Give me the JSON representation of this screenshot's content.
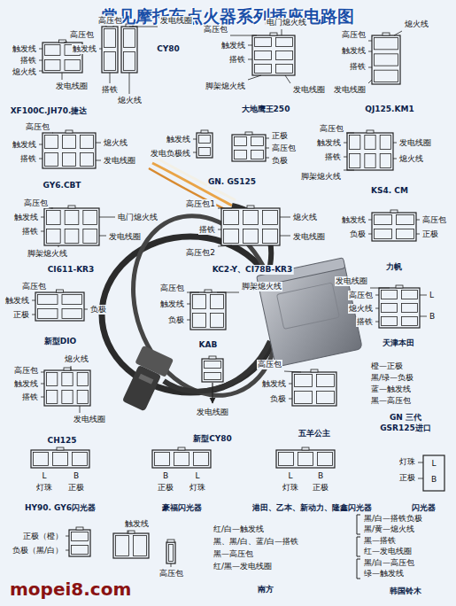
{
  "diagram": {
    "title": "常见摩托车点火器系列插座电路图",
    "labels": [
      "高压包",
      "触发线",
      "搭铁",
      "熄火线",
      "发电线圈",
      "XF100C.JH70.捷达",
      "高压包",
      "发电线圈",
      "触发线",
      "搭铁",
      "熄火线",
      "CY80",
      "电门熄火线",
      "高压包",
      "触发线",
      "搭铁",
      "脚架熄火线",
      "发电线圈",
      "大地鹰王250",
      "熄火线",
      "高压包",
      "触发线",
      "搭铁",
      "发电线圈",
      "QJ125.KM1",
      "高压包",
      "触发线",
      "搭铁",
      "熄火线",
      "发电线圈",
      "GY6.CBT",
      "触发线",
      "发电负极线",
      "正极",
      "高压包",
      "负极",
      "GN. GS125",
      "高压包",
      "触发线",
      "搭铁",
      "发电线圈",
      "熄火线",
      "脚架熄火线",
      "KS4. CM",
      "高压包",
      "触发线",
      "搭铁",
      "脚架熄火线",
      "电门熄火线",
      "发电线圈",
      "CI611-KR3",
      "高压包1",
      "搭铁",
      "高压包2",
      "熄火线",
      "发电线圈",
      "KC2-Y、CI78B-KR3",
      "触发线",
      "负极",
      "高压包",
      "正极",
      "力帆",
      "高压包",
      "触发线",
      "正极",
      "负极",
      "新型DIO",
      "高压包",
      "脚架熄火线",
      "触发线",
      "负极",
      "KAB",
      "发电线圈",
      "高压包",
      "熄火线",
      "搭铁",
      "L",
      "B",
      "天津本田",
      "熄火线",
      "高压包",
      "触发线",
      "搭铁",
      "发电线圈",
      "CH125",
      "发电线圈",
      "新型CY80",
      "高压包",
      "触发线",
      "负极",
      "五羊公主",
      "橙—正极",
      "黑/绿—负极",
      "蓝—触发线",
      "黑—高压包",
      "GN 三代",
      "GSR125进口",
      "L",
      "B",
      "灯珠",
      "正极",
      "HY90. GY6闪光器",
      "B",
      "L",
      "正极",
      "灯珠",
      "豪福闪光器",
      "L",
      "B",
      "灯珠",
      "正极",
      "港田、乙本、新动力、隆鑫闪光器",
      "灯珠",
      "正极",
      "L",
      "B",
      "闪光器",
      "正极（橙）",
      "负极（黑/白）",
      "触发线",
      "高压包",
      "红/白—触发线",
      "黑、黑/白、蓝/白—搭铁",
      "黑—高压包",
      "红/黑—发电线圈",
      "南方",
      "黑/白—搭铁负极",
      "黑/黄—熄火线",
      "黑—搭铁",
      "红—发电线圈",
      "黑/白—高压包",
      "绿—触发线",
      "韩国铃木",
      "mopei8.com"
    ]
  }
}
